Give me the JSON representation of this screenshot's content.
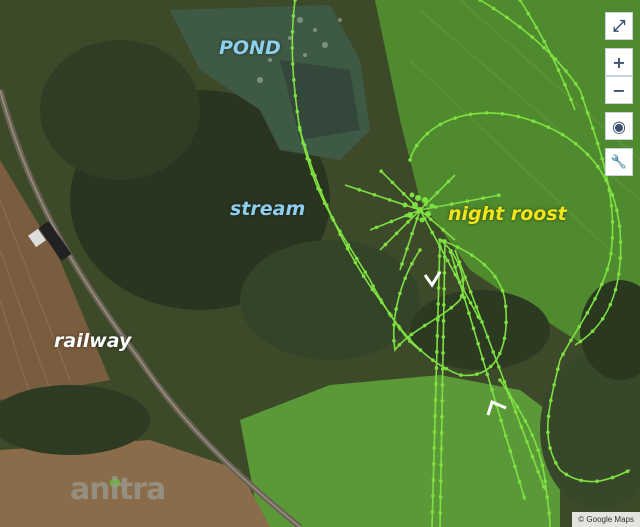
{
  "labels": {
    "pond": "POND",
    "stream": "stream",
    "night_roost": "night roost",
    "railway": "railway"
  },
  "label_colors": {
    "pond": "#8ecff0",
    "stream": "#8ecff0",
    "night_roost": "#f4e41c",
    "railway": "#ffffff"
  },
  "track_color": "#7fe042",
  "controls": [
    {
      "name": "fullscreen-icon",
      "glyph": "⤢"
    },
    {
      "name": "zoom-in-icon",
      "glyph": "+"
    },
    {
      "name": "zoom-out-icon",
      "glyph": "−"
    },
    {
      "name": "locate-icon",
      "glyph": "◉"
    },
    {
      "name": "wrench-icon",
      "glyph": "🔧"
    }
  ],
  "logo_text": "anitra",
  "attribution": "© Google Maps"
}
